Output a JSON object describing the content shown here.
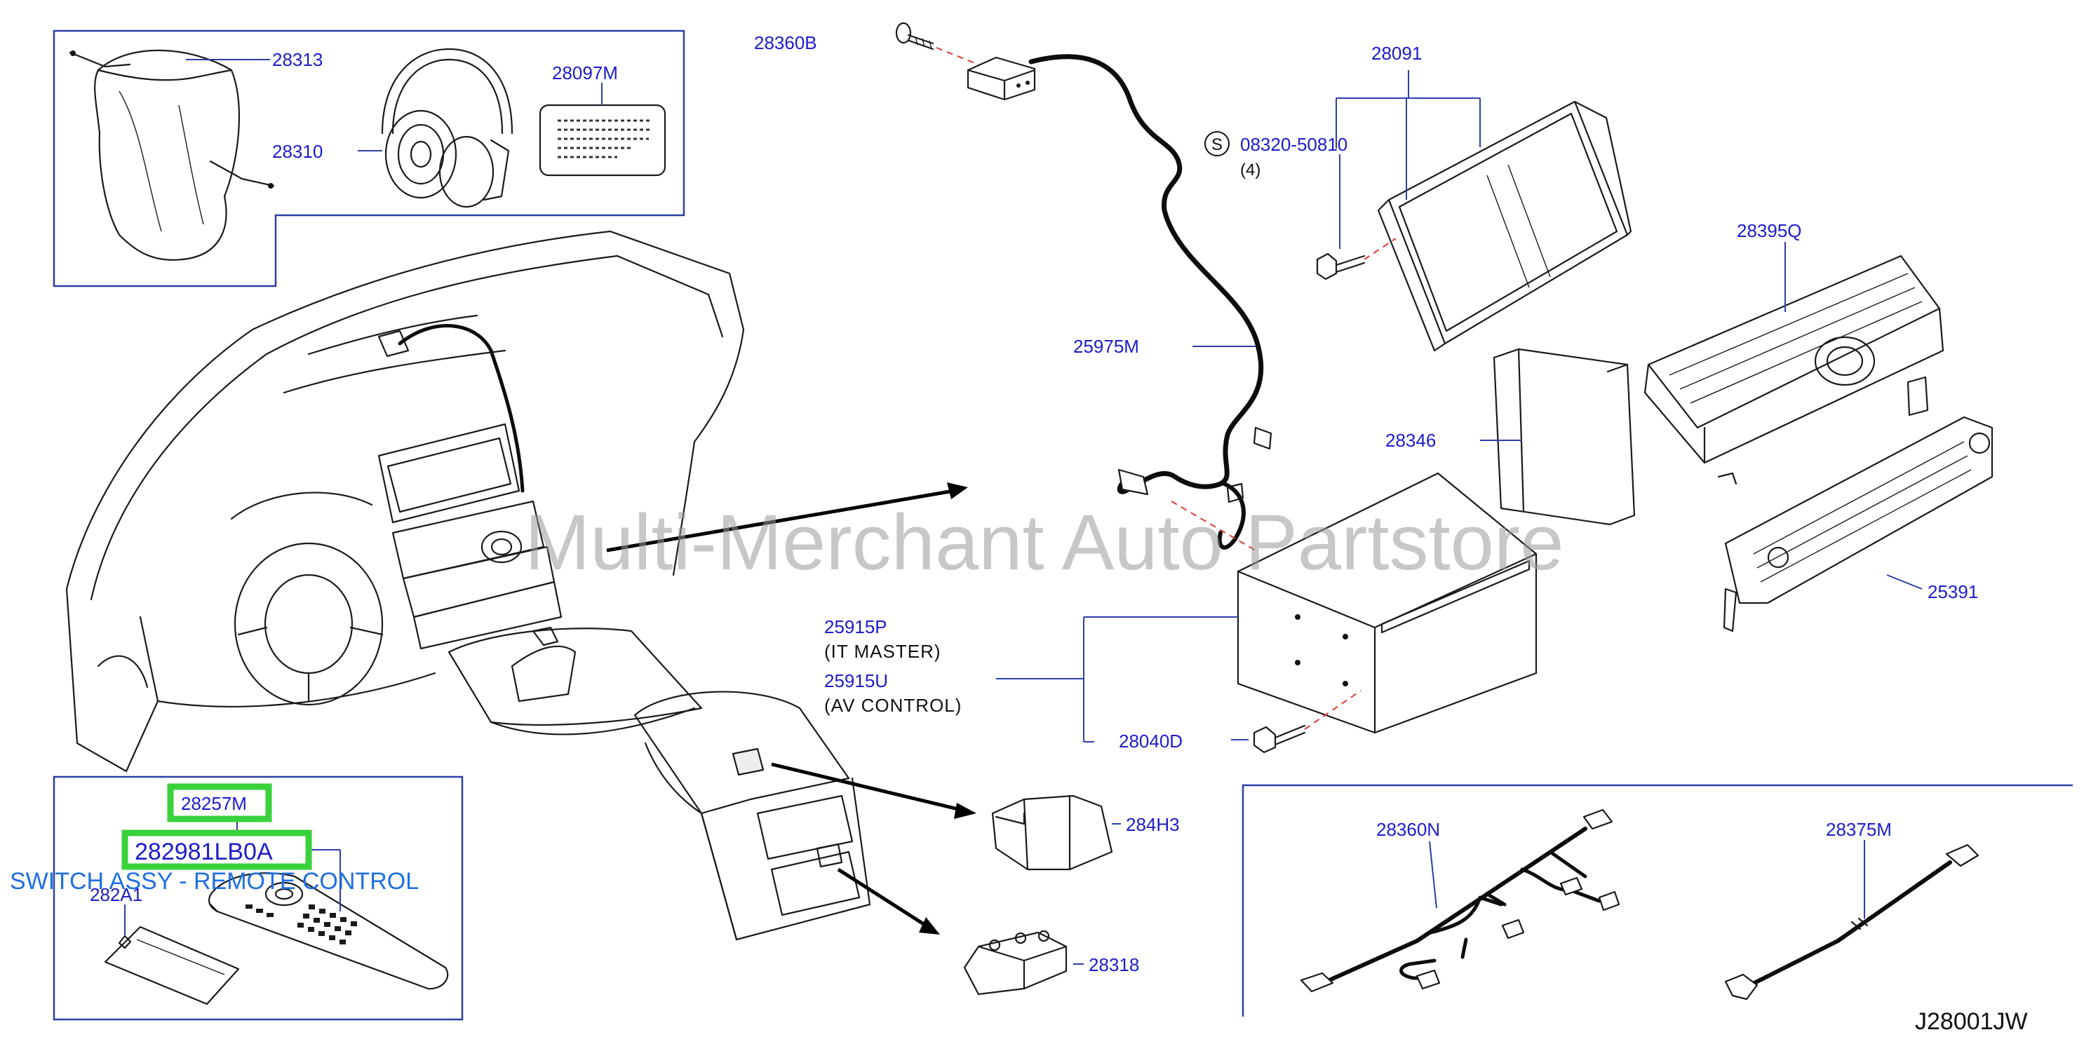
{
  "watermark": "Multi-Merchant Auto Partstore",
  "diagram_code": "J28001JW",
  "highlight_label": "SWITCH ASSY - REMOTE CONTROL",
  "parts": {
    "p28313": "28313",
    "p28310": "28310",
    "p28097M": "28097M",
    "p28360B": "28360B",
    "p28091": "28091",
    "bolt_symbol": "S",
    "p08320_50810": "08320-50810",
    "bolt_qty": "(4)",
    "p28395Q": "28395Q",
    "p25975M": "25975M",
    "p28346": "28346",
    "p25391": "25391",
    "p25915P": "25915P",
    "note_25915P": "(IT   MASTER)",
    "p25915U": "25915U",
    "note_25915U": "(AV   CONTROL)",
    "p28040D": "28040D",
    "p28257M": "28257M",
    "p282981LB0A": "282981LB0A",
    "p282A1": "282A1",
    "p284H3": "284H3",
    "p28318": "28318",
    "p28360N": "28360N",
    "p28375M": "28375M"
  },
  "colors": {
    "part_number": "#1c1ccc",
    "leader": "#2b3fa8",
    "highlight": "#39d13c",
    "caption": "#1e6fe0",
    "dash": "#e03a3a"
  }
}
